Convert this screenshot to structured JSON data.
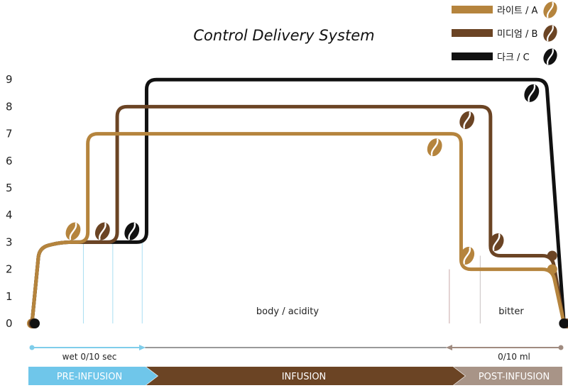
{
  "chart_data": {
    "type": "line",
    "title": "Control Delivery System",
    "ylim": [
      0,
      9
    ],
    "y_ticks": [
      "0",
      "1",
      "2",
      "3",
      "4",
      "5",
      "6",
      "7",
      "8",
      "9"
    ],
    "series": [
      {
        "name": "라이트 / A",
        "color": "#b5843d",
        "icon": "coffee-bean-icon",
        "points": [
          [
            0,
            0
          ],
          [
            0.25,
            2.8
          ],
          [
            1,
            3
          ],
          [
            1.9,
            3
          ],
          [
            1.9,
            7
          ],
          [
            14.6,
            7
          ],
          [
            14.6,
            2
          ],
          [
            17.7,
            2
          ],
          [
            18.1,
            0
          ]
        ]
      },
      {
        "name": "미디엄 / B",
        "color": "#6b4424",
        "icon": "coffee-bean-icon",
        "points": [
          [
            0,
            0
          ],
          [
            0.25,
            2.8
          ],
          [
            1,
            3
          ],
          [
            2.9,
            3
          ],
          [
            2.9,
            8
          ],
          [
            15.6,
            8
          ],
          [
            15.6,
            2.5
          ],
          [
            17.7,
            2.5
          ],
          [
            18.1,
            0
          ]
        ]
      },
      {
        "name": "다크    / C",
        "color": "#111111",
        "icon": "coffee-bean-icon",
        "points": [
          [
            0,
            0
          ],
          [
            0.25,
            2.8
          ],
          [
            1,
            3
          ],
          [
            3.9,
            3
          ],
          [
            3.9,
            9
          ],
          [
            17.5,
            9
          ],
          [
            18.1,
            0
          ]
        ]
      }
    ],
    "legend": {
      "position": "top-right"
    },
    "annotations": {
      "body": "body / acidity",
      "bitter": "bitter"
    },
    "arrows": {
      "wet": "wet  0/10 sec",
      "ml": "0/10 ml"
    },
    "stages": [
      "PRE-INFUSION",
      "INFUSION",
      "POST-INFUSION"
    ],
    "colors": {
      "light": "#b5843d",
      "medium": "#6b4424",
      "dark": "#111111",
      "pre_arrow": "#7fcdea",
      "post_arrow": "#a08b80",
      "pre_band": "#6fc6ea",
      "infusion_band": "#6b4424",
      "post_band": "#a89487"
    }
  }
}
